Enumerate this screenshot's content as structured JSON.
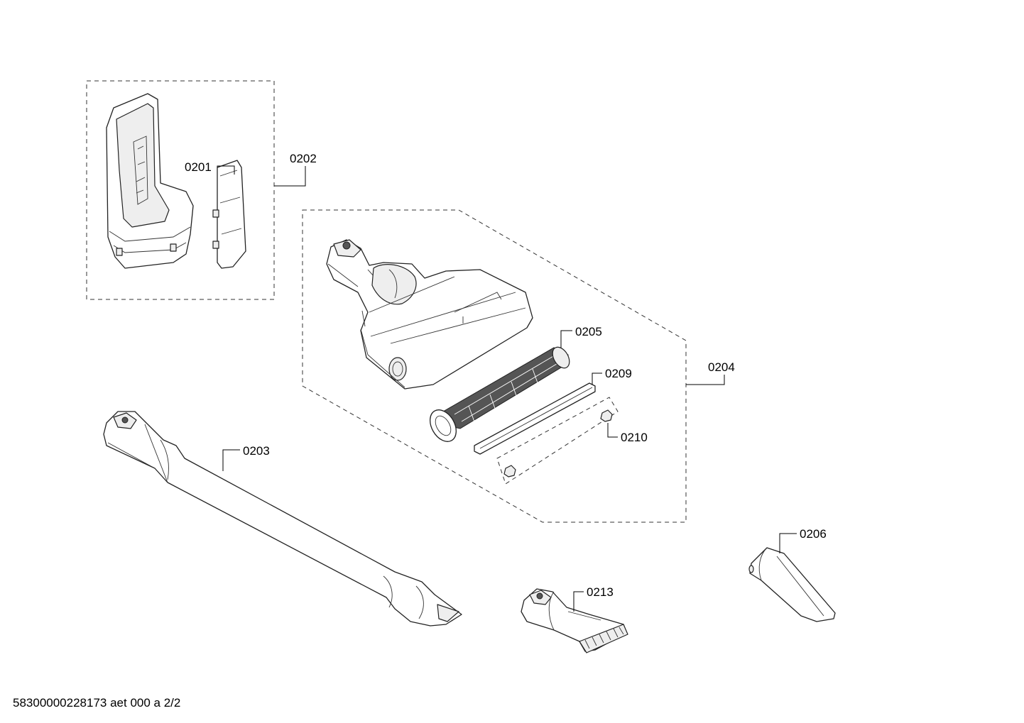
{
  "labels": {
    "p0201": "0201",
    "p0202": "0202",
    "p0203": "0203",
    "p0204": "0204",
    "p0205": "0205",
    "p0206": "0206",
    "p0209": "0209",
    "p0210": "0210",
    "p0213": "0213"
  },
  "footer": {
    "text": "58300000228173 aet 000 a 2/2"
  }
}
